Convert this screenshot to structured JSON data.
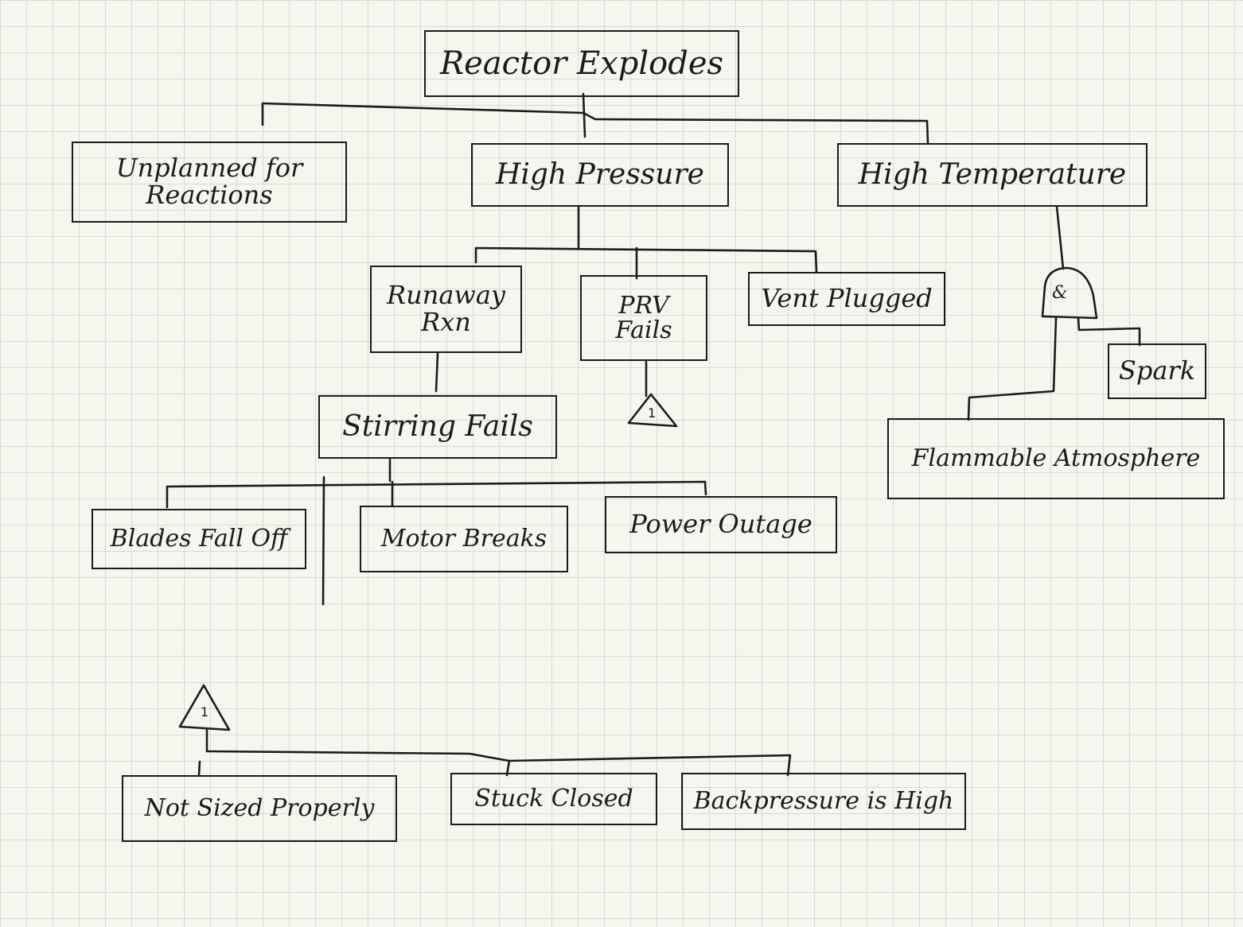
{
  "nodes": {
    "top": "Reactor Explodes",
    "unplanned": "Unplanned for\nReactions",
    "high_pressure": "High Pressure",
    "high_temperature": "High Temperature",
    "runaway": "Runaway\nRxn",
    "prv_fails": "PRV\nFails",
    "vent_plugged": "Vent Plugged",
    "stirring_fails": "Stirring Fails",
    "blades_fall_off": "Blades Fall Off",
    "motor_breaks": "Motor Breaks",
    "power_outage": "Power Outage",
    "spark": "Spark",
    "flammable_atmosphere": "Flammable Atmosphere",
    "not_sized_properly": "Not Sized Properly",
    "stuck_closed": "Stuck Closed",
    "backpressure_high": "Backpressure is High"
  },
  "gates": {
    "and_symbol": "&"
  },
  "transfers": {
    "prv_transfer": "1",
    "bottom_transfer": "1"
  }
}
